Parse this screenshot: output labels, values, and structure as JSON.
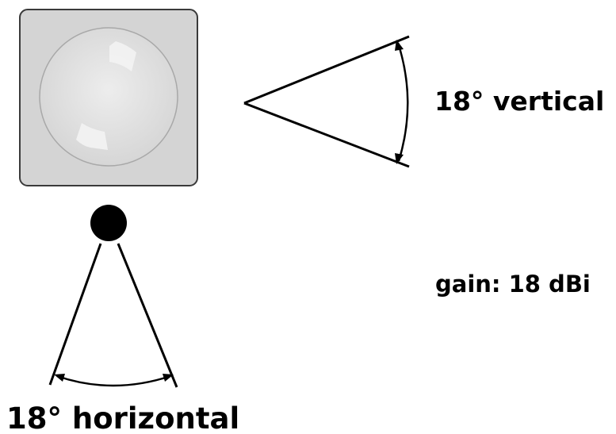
{
  "labels": {
    "vertical": "18° vertical",
    "gain": "gain: 18 dBi",
    "horizontal": "18° horizontal"
  },
  "colors": {
    "stroke": "#000000",
    "panel_fill": "#d4d4d4",
    "panel_stroke": "#3a3a3a",
    "dome_center": "#ececec",
    "dome_edge": "#d9d9d9",
    "highlight": "#f2f2f2",
    "antenna_dot": "#000000"
  },
  "icons": {
    "antenna_panel": "antenna-panel-icon",
    "antenna_point": "antenna-dot-icon"
  }
}
